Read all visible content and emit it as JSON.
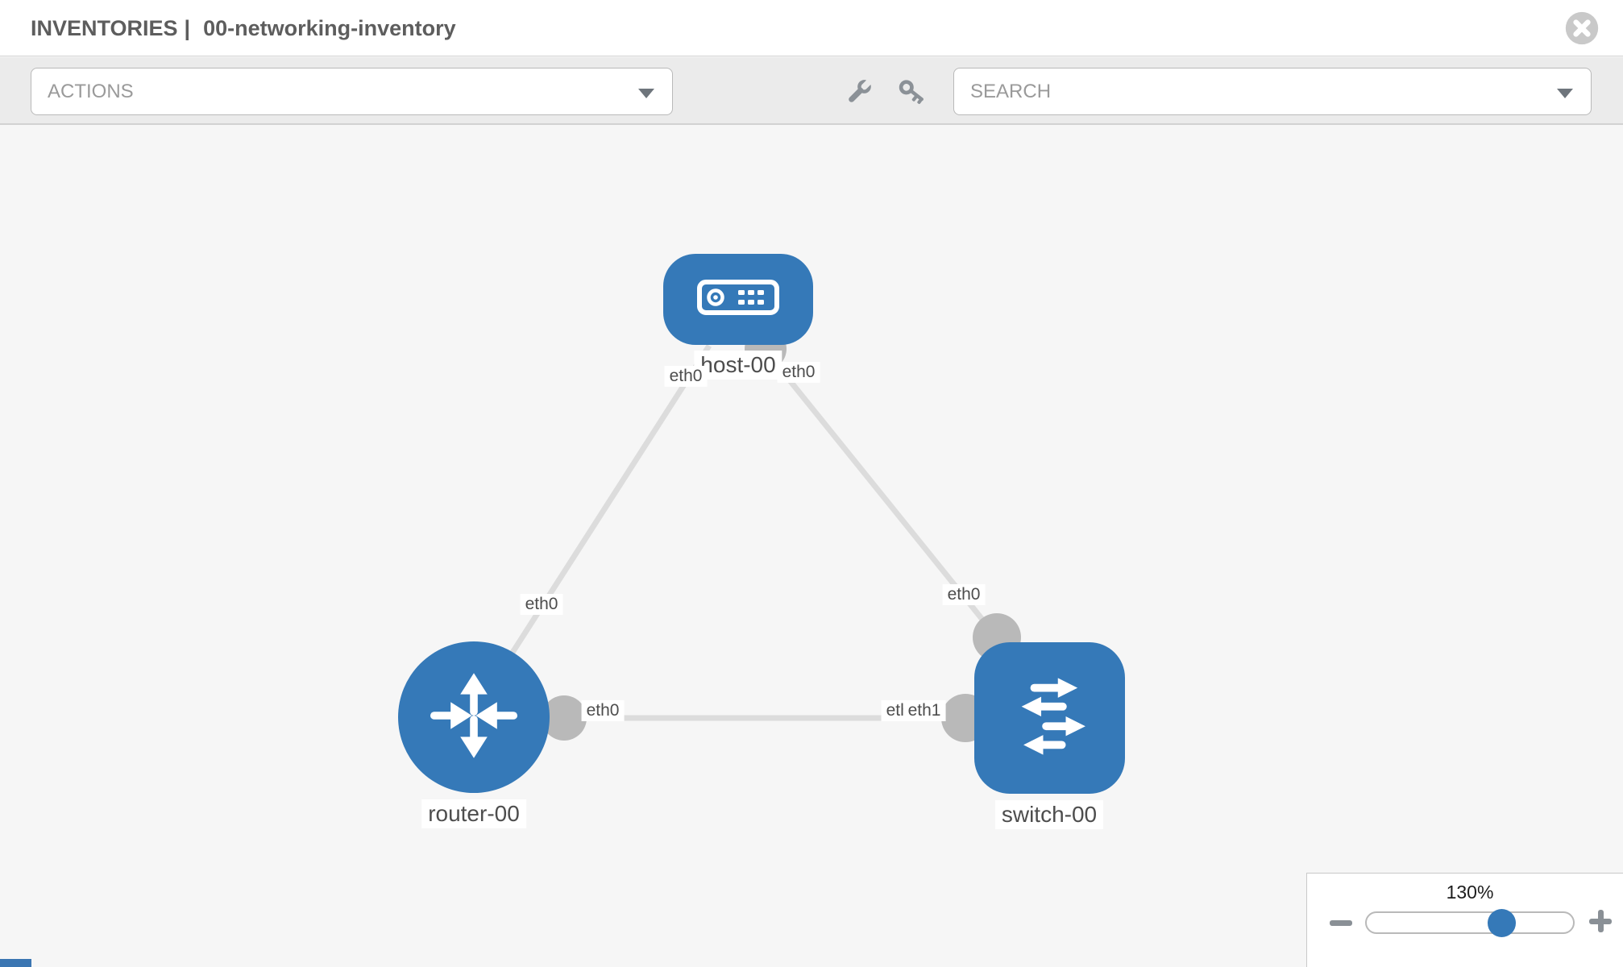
{
  "header": {
    "section": "INVENTORIES",
    "separator": "|",
    "inventory_name": "00-networking-inventory"
  },
  "toolbar": {
    "actions_label": "ACTIONS",
    "search_placeholder": "SEARCH",
    "icons": {
      "wrench": "wrench",
      "key": "key"
    }
  },
  "canvas": {
    "nodes": {
      "host": {
        "label": "host-00",
        "type": "host"
      },
      "router": {
        "label": "router-00",
        "type": "router"
      },
      "switch": {
        "label": "switch-00",
        "type": "switch"
      }
    },
    "ports": {
      "host_left": "eth0",
      "host_right": "eth0",
      "link_host_router": "eth0",
      "link_host_switch": "eth0",
      "router_right": "eth0",
      "switch_left_back": "eth0",
      "switch_left_front": "eth1"
    },
    "links": [
      {
        "from": "host-00",
        "to": "router-00",
        "from_port": "eth0",
        "to_port": "eth0"
      },
      {
        "from": "host-00",
        "to": "switch-00",
        "from_port": "eth0",
        "to_port": "eth0"
      },
      {
        "from": "router-00",
        "to": "switch-00",
        "from_port": "eth0",
        "to_port": "eth1"
      }
    ]
  },
  "zoom": {
    "level": "130%"
  },
  "colors": {
    "node_blue": "#3579b8",
    "link_gray": "#dcdcdc",
    "connector_gray": "#b9b9b9",
    "toolbar_bg": "#ebebeb",
    "canvas_bg": "#f6f6f6",
    "label_text": "#4d4d4d"
  }
}
